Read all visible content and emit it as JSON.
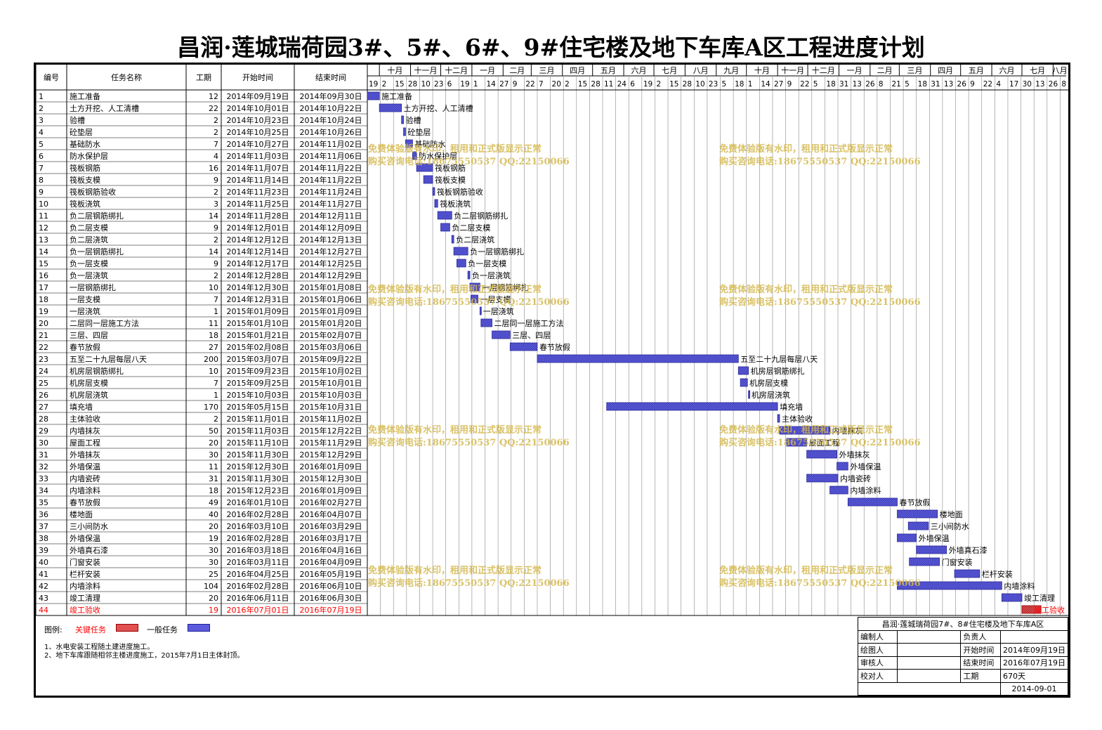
{
  "title": "昌润·莲城瑞荷园3#、5#、6#、9#住宅楼及地下车库A区工程进度计划",
  "headers": {
    "id": "编号",
    "name": "任务名称",
    "dur": "工期",
    "start": "开始时间",
    "end": "结束时间"
  },
  "chart_data": {
    "type": "gantt",
    "timeline_start": "2014-09-19",
    "timeline_end": "2016-08-14",
    "month_labels": [
      "十月",
      "十一月",
      "十二月",
      "一月",
      "二月",
      "三月",
      "四月",
      "五月",
      "六月",
      "七月",
      "八月",
      "九月",
      "十月",
      "十一月",
      "十二月",
      "一月",
      "二月",
      "三月",
      "四月",
      "五月",
      "六月",
      "七月",
      "八月"
    ],
    "month_starts": [
      "2014-10-01",
      "2014-11-01",
      "2014-12-01",
      "2015-01-01",
      "2015-02-01",
      "2015-03-01",
      "2015-04-01",
      "2015-05-01",
      "2015-06-01",
      "2015-07-01",
      "2015-08-01",
      "2015-09-01",
      "2015-10-01",
      "2015-11-01",
      "2015-12-01",
      "2016-01-01",
      "2016-02-01",
      "2016-03-01",
      "2016-04-01",
      "2016-05-01",
      "2016-06-01",
      "2016-07-01",
      "2016-08-01"
    ],
    "tick_labels": [
      "19",
      "2",
      "15",
      "28",
      "10",
      "23",
      "6",
      "19",
      "1",
      "14",
      "27",
      "9",
      "22",
      "7",
      "20",
      "2",
      "15",
      "28",
      "11",
      "24",
      "6",
      "19",
      "2",
      "15",
      "28",
      "10",
      "23",
      "5",
      "18",
      "1",
      "14",
      "27",
      "9",
      "22",
      "5",
      "18",
      "31",
      "13",
      "26",
      "8",
      "21",
      "5",
      "18",
      "31",
      "13",
      "26",
      "9",
      "22",
      "4",
      "17",
      "30",
      "13",
      "26",
      "8"
    ],
    "tasks": [
      {
        "id": "1",
        "name": "施工准备",
        "dur": "12",
        "start": "2014年09月19日",
        "end": "2014年09月30日",
        "s": "2014-09-19",
        "e": "2014-09-30",
        "critical": false
      },
      {
        "id": "2",
        "name": "土方开挖、人工清槽",
        "dur": "22",
        "start": "2014年10月01日",
        "end": "2014年10月22日",
        "s": "2014-10-01",
        "e": "2014-10-22",
        "critical": false
      },
      {
        "id": "3",
        "name": "验槽",
        "dur": "2",
        "start": "2014年10月23日",
        "end": "2014年10月24日",
        "s": "2014-10-23",
        "e": "2014-10-24",
        "critical": false
      },
      {
        "id": "4",
        "name": "砼垫层",
        "dur": "2",
        "start": "2014年10月25日",
        "end": "2014年10月26日",
        "s": "2014-10-25",
        "e": "2014-10-26",
        "critical": false
      },
      {
        "id": "5",
        "name": "基础防水",
        "dur": "7",
        "start": "2014年10月27日",
        "end": "2014年11月02日",
        "s": "2014-10-27",
        "e": "2014-11-02",
        "critical": false
      },
      {
        "id": "6",
        "name": "防水保护层",
        "dur": "4",
        "start": "2014年11月03日",
        "end": "2014年11月06日",
        "s": "2014-11-03",
        "e": "2014-11-06",
        "critical": false
      },
      {
        "id": "7",
        "name": "筏板钢筋",
        "dur": "16",
        "start": "2014年11月07日",
        "end": "2014年11月22日",
        "s": "2014-11-07",
        "e": "2014-11-22",
        "critical": false
      },
      {
        "id": "8",
        "name": "筏板支模",
        "dur": "9",
        "start": "2014年11月14日",
        "end": "2014年11月22日",
        "s": "2014-11-14",
        "e": "2014-11-22",
        "critical": false
      },
      {
        "id": "9",
        "name": "筏板钢筋验收",
        "dur": "2",
        "start": "2014年11月23日",
        "end": "2014年11月24日",
        "s": "2014-11-23",
        "e": "2014-11-24",
        "critical": false
      },
      {
        "id": "10",
        "name": "筏板浇筑",
        "dur": "3",
        "start": "2014年11月25日",
        "end": "2014年11月27日",
        "s": "2014-11-25",
        "e": "2014-11-27",
        "critical": false
      },
      {
        "id": "11",
        "name": "负二层钢筋绑扎",
        "dur": "14",
        "start": "2014年11月28日",
        "end": "2014年12月11日",
        "s": "2014-11-28",
        "e": "2014-12-11",
        "critical": false
      },
      {
        "id": "12",
        "name": "负二层支模",
        "dur": "9",
        "start": "2014年12月01日",
        "end": "2014年12月09日",
        "s": "2014-12-01",
        "e": "2014-12-09",
        "critical": false
      },
      {
        "id": "13",
        "name": "负二层浇筑",
        "dur": "2",
        "start": "2014年12月12日",
        "end": "2014年12月13日",
        "s": "2014-12-12",
        "e": "2014-12-13",
        "critical": false
      },
      {
        "id": "14",
        "name": "负一层钢筋绑扎",
        "dur": "14",
        "start": "2014年12月14日",
        "end": "2014年12月27日",
        "s": "2014-12-14",
        "e": "2014-12-27",
        "critical": false
      },
      {
        "id": "15",
        "name": "负一层支模",
        "dur": "9",
        "start": "2014年12月17日",
        "end": "2014年12月25日",
        "s": "2014-12-17",
        "e": "2014-12-25",
        "critical": false
      },
      {
        "id": "16",
        "name": "负一层浇筑",
        "dur": "2",
        "start": "2014年12月28日",
        "end": "2014年12月29日",
        "s": "2014-12-28",
        "e": "2014-12-29",
        "critical": false
      },
      {
        "id": "17",
        "name": "一层钢筋绑扎",
        "dur": "10",
        "start": "2014年12月30日",
        "end": "2015年01月08日",
        "s": "2014-12-30",
        "e": "2015-01-08",
        "critical": false
      },
      {
        "id": "18",
        "name": "一层支模",
        "dur": "7",
        "start": "2014年12月31日",
        "end": "2015年01月06日",
        "s": "2014-12-31",
        "e": "2015-01-06",
        "critical": false
      },
      {
        "id": "19",
        "name": "一层浇筑",
        "dur": "1",
        "start": "2015年01月09日",
        "end": "2015年01月09日",
        "s": "2015-01-09",
        "e": "2015-01-09",
        "critical": false
      },
      {
        "id": "20",
        "name": "二层同一层施工方法",
        "dur": "11",
        "start": "2015年01月10日",
        "end": "2015年01月20日",
        "s": "2015-01-10",
        "e": "2015-01-20",
        "critical": false
      },
      {
        "id": "21",
        "name": "三层、四层",
        "dur": "18",
        "start": "2015年01月21日",
        "end": "2015年02月07日",
        "s": "2015-01-21",
        "e": "2015-02-07",
        "critical": false
      },
      {
        "id": "22",
        "name": "春节放假",
        "dur": "27",
        "start": "2015年02月08日",
        "end": "2015年03月06日",
        "s": "2015-02-08",
        "e": "2015-03-06",
        "critical": false
      },
      {
        "id": "23",
        "name": "五至二十九层每层八天",
        "dur": "200",
        "start": "2015年03月07日",
        "end": "2015年09月22日",
        "s": "2015-03-07",
        "e": "2015-09-22",
        "critical": false
      },
      {
        "id": "24",
        "name": "机房层钢筋绑扎",
        "dur": "10",
        "start": "2015年09月23日",
        "end": "2015年10月02日",
        "s": "2015-09-23",
        "e": "2015-10-02",
        "critical": false
      },
      {
        "id": "25",
        "name": "机房层支模",
        "dur": "7",
        "start": "2015年09月25日",
        "end": "2015年10月01日",
        "s": "2015-09-25",
        "e": "2015-10-01",
        "critical": false
      },
      {
        "id": "26",
        "name": "机房层浇筑",
        "dur": "1",
        "start": "2015年10月03日",
        "end": "2015年10月03日",
        "s": "2015-10-03",
        "e": "2015-10-03",
        "critical": false
      },
      {
        "id": "27",
        "name": "填充墙",
        "dur": "170",
        "start": "2015年05月15日",
        "end": "2015年10月31日",
        "s": "2015-05-15",
        "e": "2015-10-31",
        "critical": false
      },
      {
        "id": "28",
        "name": "主体验收",
        "dur": "2",
        "start": "2015年11月01日",
        "end": "2015年11月02日",
        "s": "2015-11-01",
        "e": "2015-11-02",
        "critical": false
      },
      {
        "id": "29",
        "name": "内墙抹灰",
        "dur": "50",
        "start": "2015年11月03日",
        "end": "2015年12月22日",
        "s": "2015-11-03",
        "e": "2015-12-22",
        "critical": false
      },
      {
        "id": "30",
        "name": "屋面工程",
        "dur": "20",
        "start": "2015年11月10日",
        "end": "2015年11月29日",
        "s": "2015-11-10",
        "e": "2015-11-29",
        "critical": false
      },
      {
        "id": "31",
        "name": "外墙抹灰",
        "dur": "30",
        "start": "2015年11月30日",
        "end": "2015年12月29日",
        "s": "2015-11-30",
        "e": "2015-12-29",
        "critical": false
      },
      {
        "id": "32",
        "name": "外墙保温",
        "dur": "11",
        "start": "2015年12月30日",
        "end": "2016年01月09日",
        "s": "2015-12-30",
        "e": "2016-01-09",
        "critical": false
      },
      {
        "id": "33",
        "name": "内墙瓷砖",
        "dur": "31",
        "start": "2015年11月30日",
        "end": "2015年12月30日",
        "s": "2015-11-30",
        "e": "2015-12-30",
        "critical": false
      },
      {
        "id": "34",
        "name": "内墙涂料",
        "dur": "18",
        "start": "2015年12月23日",
        "end": "2016年01月09日",
        "s": "2015-12-23",
        "e": "2016-01-09",
        "critical": false
      },
      {
        "id": "35",
        "name": "春节放假",
        "dur": "49",
        "start": "2016年01月10日",
        "end": "2016年02月27日",
        "s": "2016-01-10",
        "e": "2016-02-27",
        "critical": false
      },
      {
        "id": "36",
        "name": "楼地面",
        "dur": "40",
        "start": "2016年02月28日",
        "end": "2016年04月07日",
        "s": "2016-02-28",
        "e": "2016-04-07",
        "critical": false
      },
      {
        "id": "37",
        "name": "三小间防水",
        "dur": "20",
        "start": "2016年03月10日",
        "end": "2016年03月29日",
        "s": "2016-03-10",
        "e": "2016-03-29",
        "critical": false
      },
      {
        "id": "38",
        "name": "外墙保温",
        "dur": "19",
        "start": "2016年02月28日",
        "end": "2016年03月17日",
        "s": "2016-02-28",
        "e": "2016-03-17",
        "critical": false
      },
      {
        "id": "39",
        "name": "外墙真石漆",
        "dur": "30",
        "start": "2016年03月18日",
        "end": "2016年04月16日",
        "s": "2016-03-18",
        "e": "2016-04-16",
        "critical": false
      },
      {
        "id": "40",
        "name": "门窗安装",
        "dur": "30",
        "start": "2016年03月11日",
        "end": "2016年04月09日",
        "s": "2016-03-11",
        "e": "2016-04-09",
        "critical": false
      },
      {
        "id": "41",
        "name": "栏杆安装",
        "dur": "25",
        "start": "2016年04月25日",
        "end": "2016年05月19日",
        "s": "2016-04-25",
        "e": "2016-05-19",
        "critical": false
      },
      {
        "id": "42",
        "name": "内墙涂料",
        "dur": "104",
        "start": "2016年02月28日",
        "end": "2016年06月10日",
        "s": "2016-02-28",
        "e": "2016-06-10",
        "critical": false
      },
      {
        "id": "43",
        "name": "竣工清理",
        "dur": "20",
        "start": "2016年06月11日",
        "end": "2016年06月30日",
        "s": "2016-06-11",
        "e": "2016-06-30",
        "critical": false
      },
      {
        "id": "44",
        "name": "竣工验收",
        "dur": "19",
        "start": "2016年07月01日",
        "end": "2016年07月19日",
        "s": "2016-07-01",
        "e": "2016-07-19",
        "critical": true
      }
    ],
    "colors": {
      "normal": "#5b5bdc",
      "critical": "#e05050",
      "critical_text": "#ff0000",
      "watermark": "#d4b84c"
    }
  },
  "watermark": {
    "line1": "免费体验版有水印，租用和正式版显示正常",
    "line2": "购买咨询电话:18675550537 QQ:22150066"
  },
  "legend": {
    "label": "图例:",
    "critical": "关键任务",
    "normal": "一般任务",
    "note1": "1、水电安装工程随土建进度施工。",
    "note2": "2、地下车库跟随相邻主楼进度施工，2015年7月1日主体封顶。"
  },
  "info": {
    "project": "昌润·莲城瑞荷园7#、8#住宅楼及地下车库A区",
    "r1": [
      "编制人",
      "",
      "负责人",
      ""
    ],
    "r2": [
      "绘图人",
      "",
      "开始时间",
      "2014年09月19日"
    ],
    "r3": [
      "审核人",
      "",
      "结束时间",
      "2016年07月19日"
    ],
    "r4": [
      "校对人",
      "",
      "工期",
      "670天"
    ],
    "date": "2014-09-01"
  }
}
